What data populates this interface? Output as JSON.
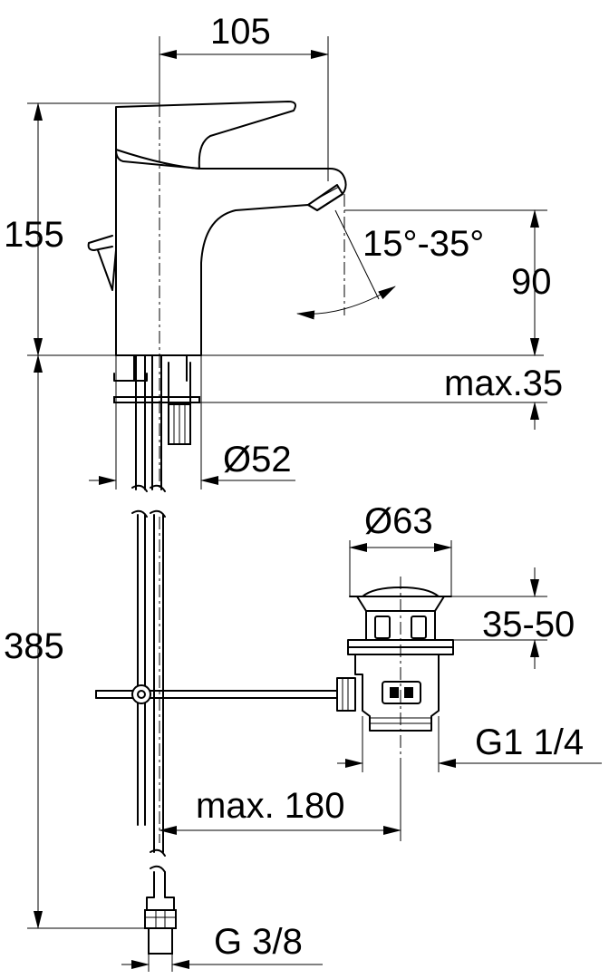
{
  "dimensions": {
    "spout_reach": "105",
    "height_total": "155",
    "spout_angle": "15°-35°",
    "spout_height": "90",
    "max_deck_thickness": "max.35",
    "base_diameter": "Ø52",
    "waste_diameter": "Ø63",
    "waste_range": "35-50",
    "waste_thread": "G1 1/4",
    "pull_rod_length": "max. 180",
    "supply_thread": "G 3/8",
    "hose_length": "385"
  }
}
